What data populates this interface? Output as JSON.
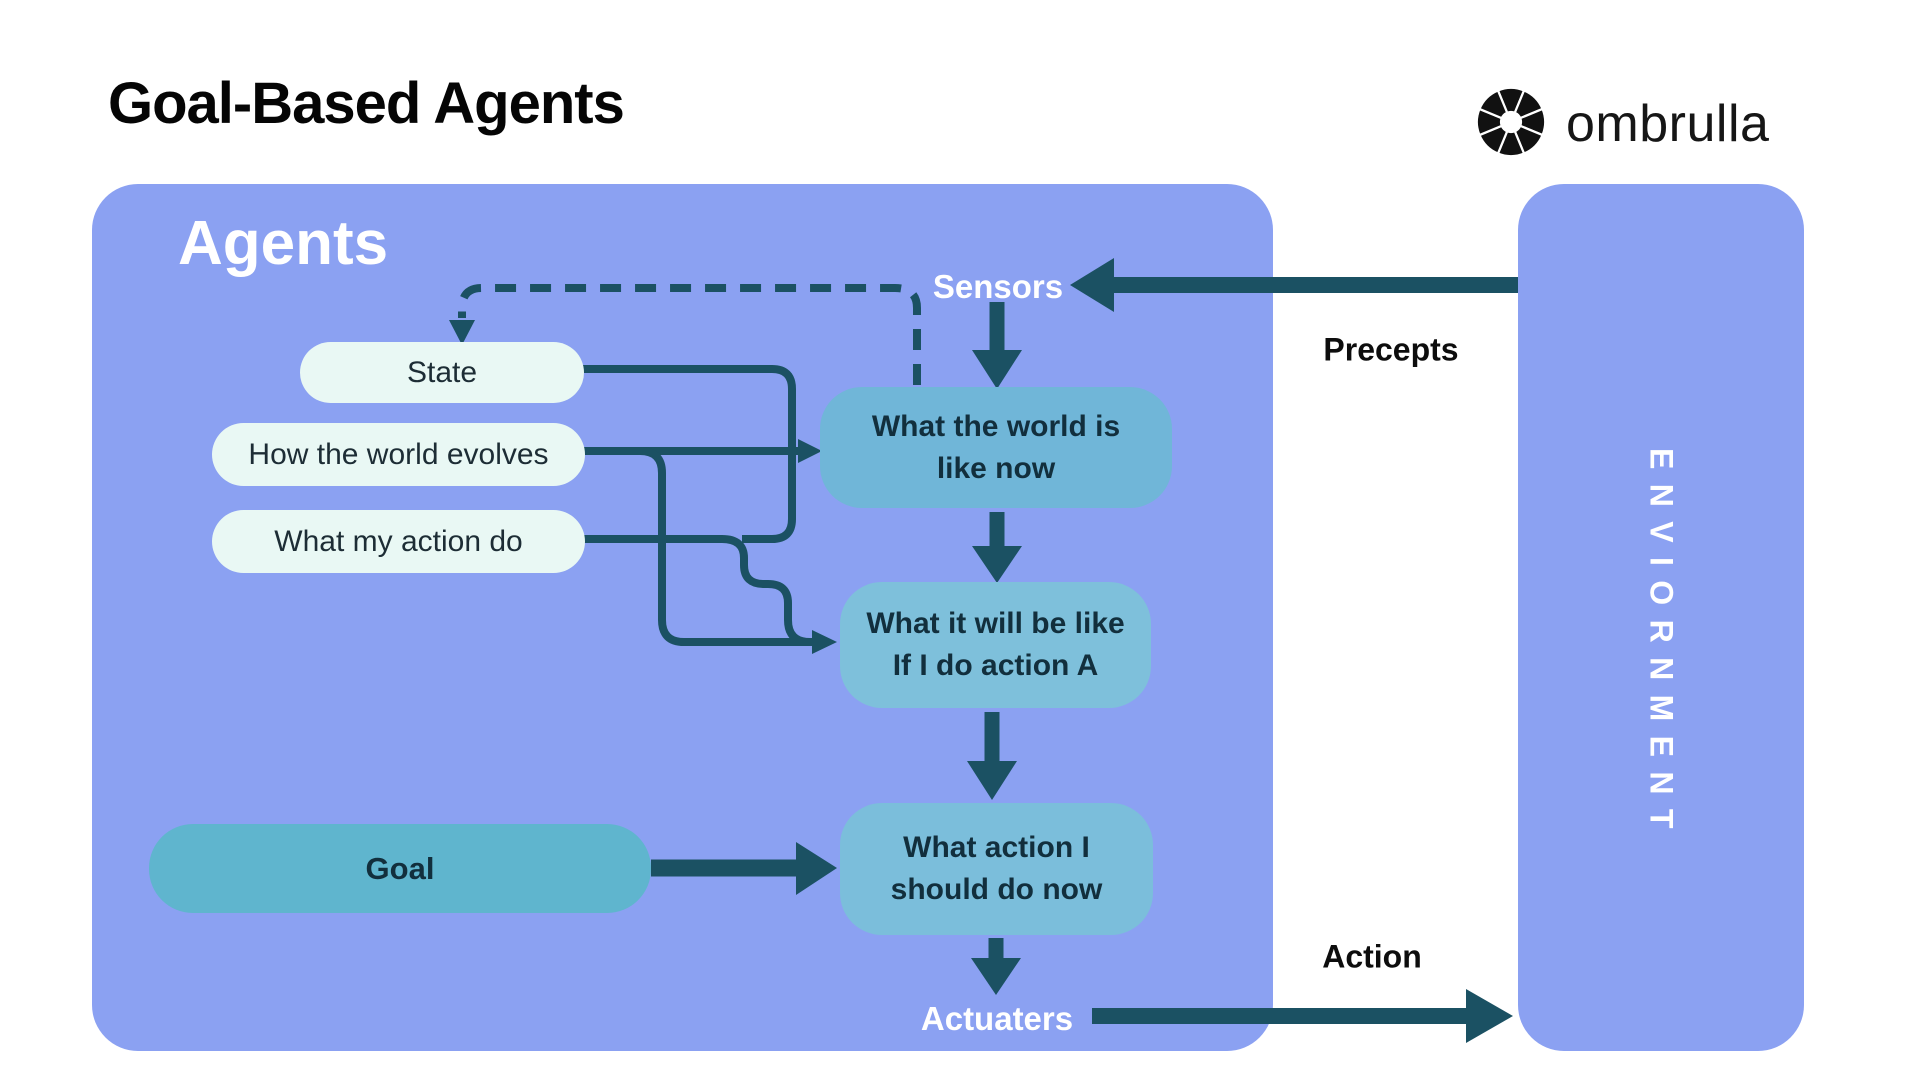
{
  "title": "Goal-Based Agents",
  "logo": {
    "brand": "ombrulla"
  },
  "agents_panel": {
    "label": "Agents"
  },
  "environment_panel": {
    "label": "ENVIORNMENT"
  },
  "io_labels": {
    "sensors": "Sensors",
    "actuators": "Actuaters",
    "percepts": "Precepts",
    "action": "Action"
  },
  "nodes": {
    "state": {
      "label": "State"
    },
    "evolves": {
      "label": "How the world evolves"
    },
    "action_do": {
      "label": "What my action do"
    },
    "world_now": {
      "line1": "What the world is",
      "line2": "like now"
    },
    "world_future": {
      "line1": "What it will be like",
      "line2": "If I do action A"
    },
    "action_choice": {
      "line1": "What action I",
      "line2": "should do now"
    },
    "goal": {
      "label": "Goal"
    }
  },
  "colors": {
    "panel_periwinkle": "#8BA1F2",
    "pill_mint": "#E9F8F4",
    "teal_box": "#70B6D8",
    "teal_box_light": "#7EC0DB",
    "goal_teal": "#5FB5CE",
    "wire_dark_teal": "#1B5163",
    "dark_text": "#122F3D",
    "logo_black": "#161616"
  }
}
